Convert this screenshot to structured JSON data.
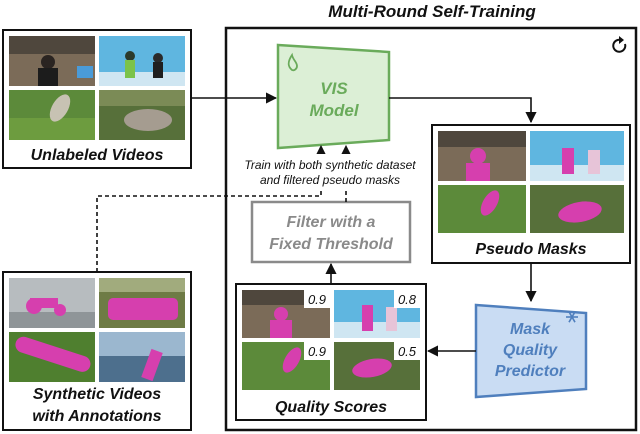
{
  "title": "Multi-Round Self-Training",
  "icons": {
    "cycle": "cycle-arrow-icon",
    "trainable": "flame-icon",
    "frozen": "snowflake-icon"
  },
  "colors": {
    "vis_model": "#6aab5b",
    "vis_fill": "#dcefd6",
    "predictor": "#4f7fbd",
    "predictor_fill": "#c9dcf3",
    "filter": "#8a8a8a",
    "mask": "#d63fae"
  },
  "unlabeled": {
    "label": "Unlabeled Videos"
  },
  "synthetic": {
    "label_line1": "Synthetic Videos",
    "label_line2": "with Annotations"
  },
  "vis": {
    "line1": "VIS",
    "line2": "Model"
  },
  "pseudo": {
    "label": "Pseudo Masks"
  },
  "predictor": {
    "line1": "Mask",
    "line2": "Quality",
    "line3": "Predictor"
  },
  "quality": {
    "label": "Quality Scores",
    "scores": [
      "0.9",
      "0.8",
      "0.9",
      "0.5"
    ]
  },
  "filter": {
    "line1": "Filter with a",
    "line2": "Fixed Threshold"
  },
  "train_note": {
    "line1": "Train with both synthetic dataset",
    "line2": "and filtered pseudo masks"
  }
}
